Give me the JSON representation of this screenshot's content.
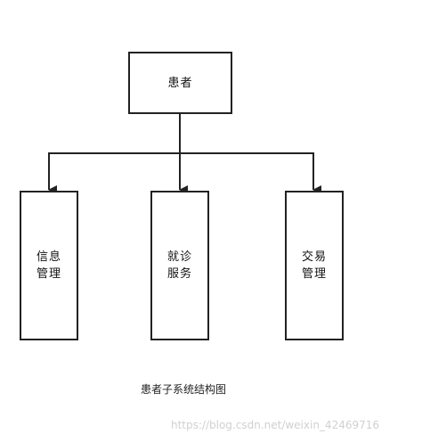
{
  "diagram": {
    "root": {
      "label": "患者"
    },
    "children": [
      {
        "label": "信息管理"
      },
      {
        "label": "就诊服务"
      },
      {
        "label": "交易管理"
      }
    ],
    "caption": "患者子系统结构图",
    "line_color": "#222222"
  },
  "watermark": "https://blog.csdn.net/weixin_42469716"
}
